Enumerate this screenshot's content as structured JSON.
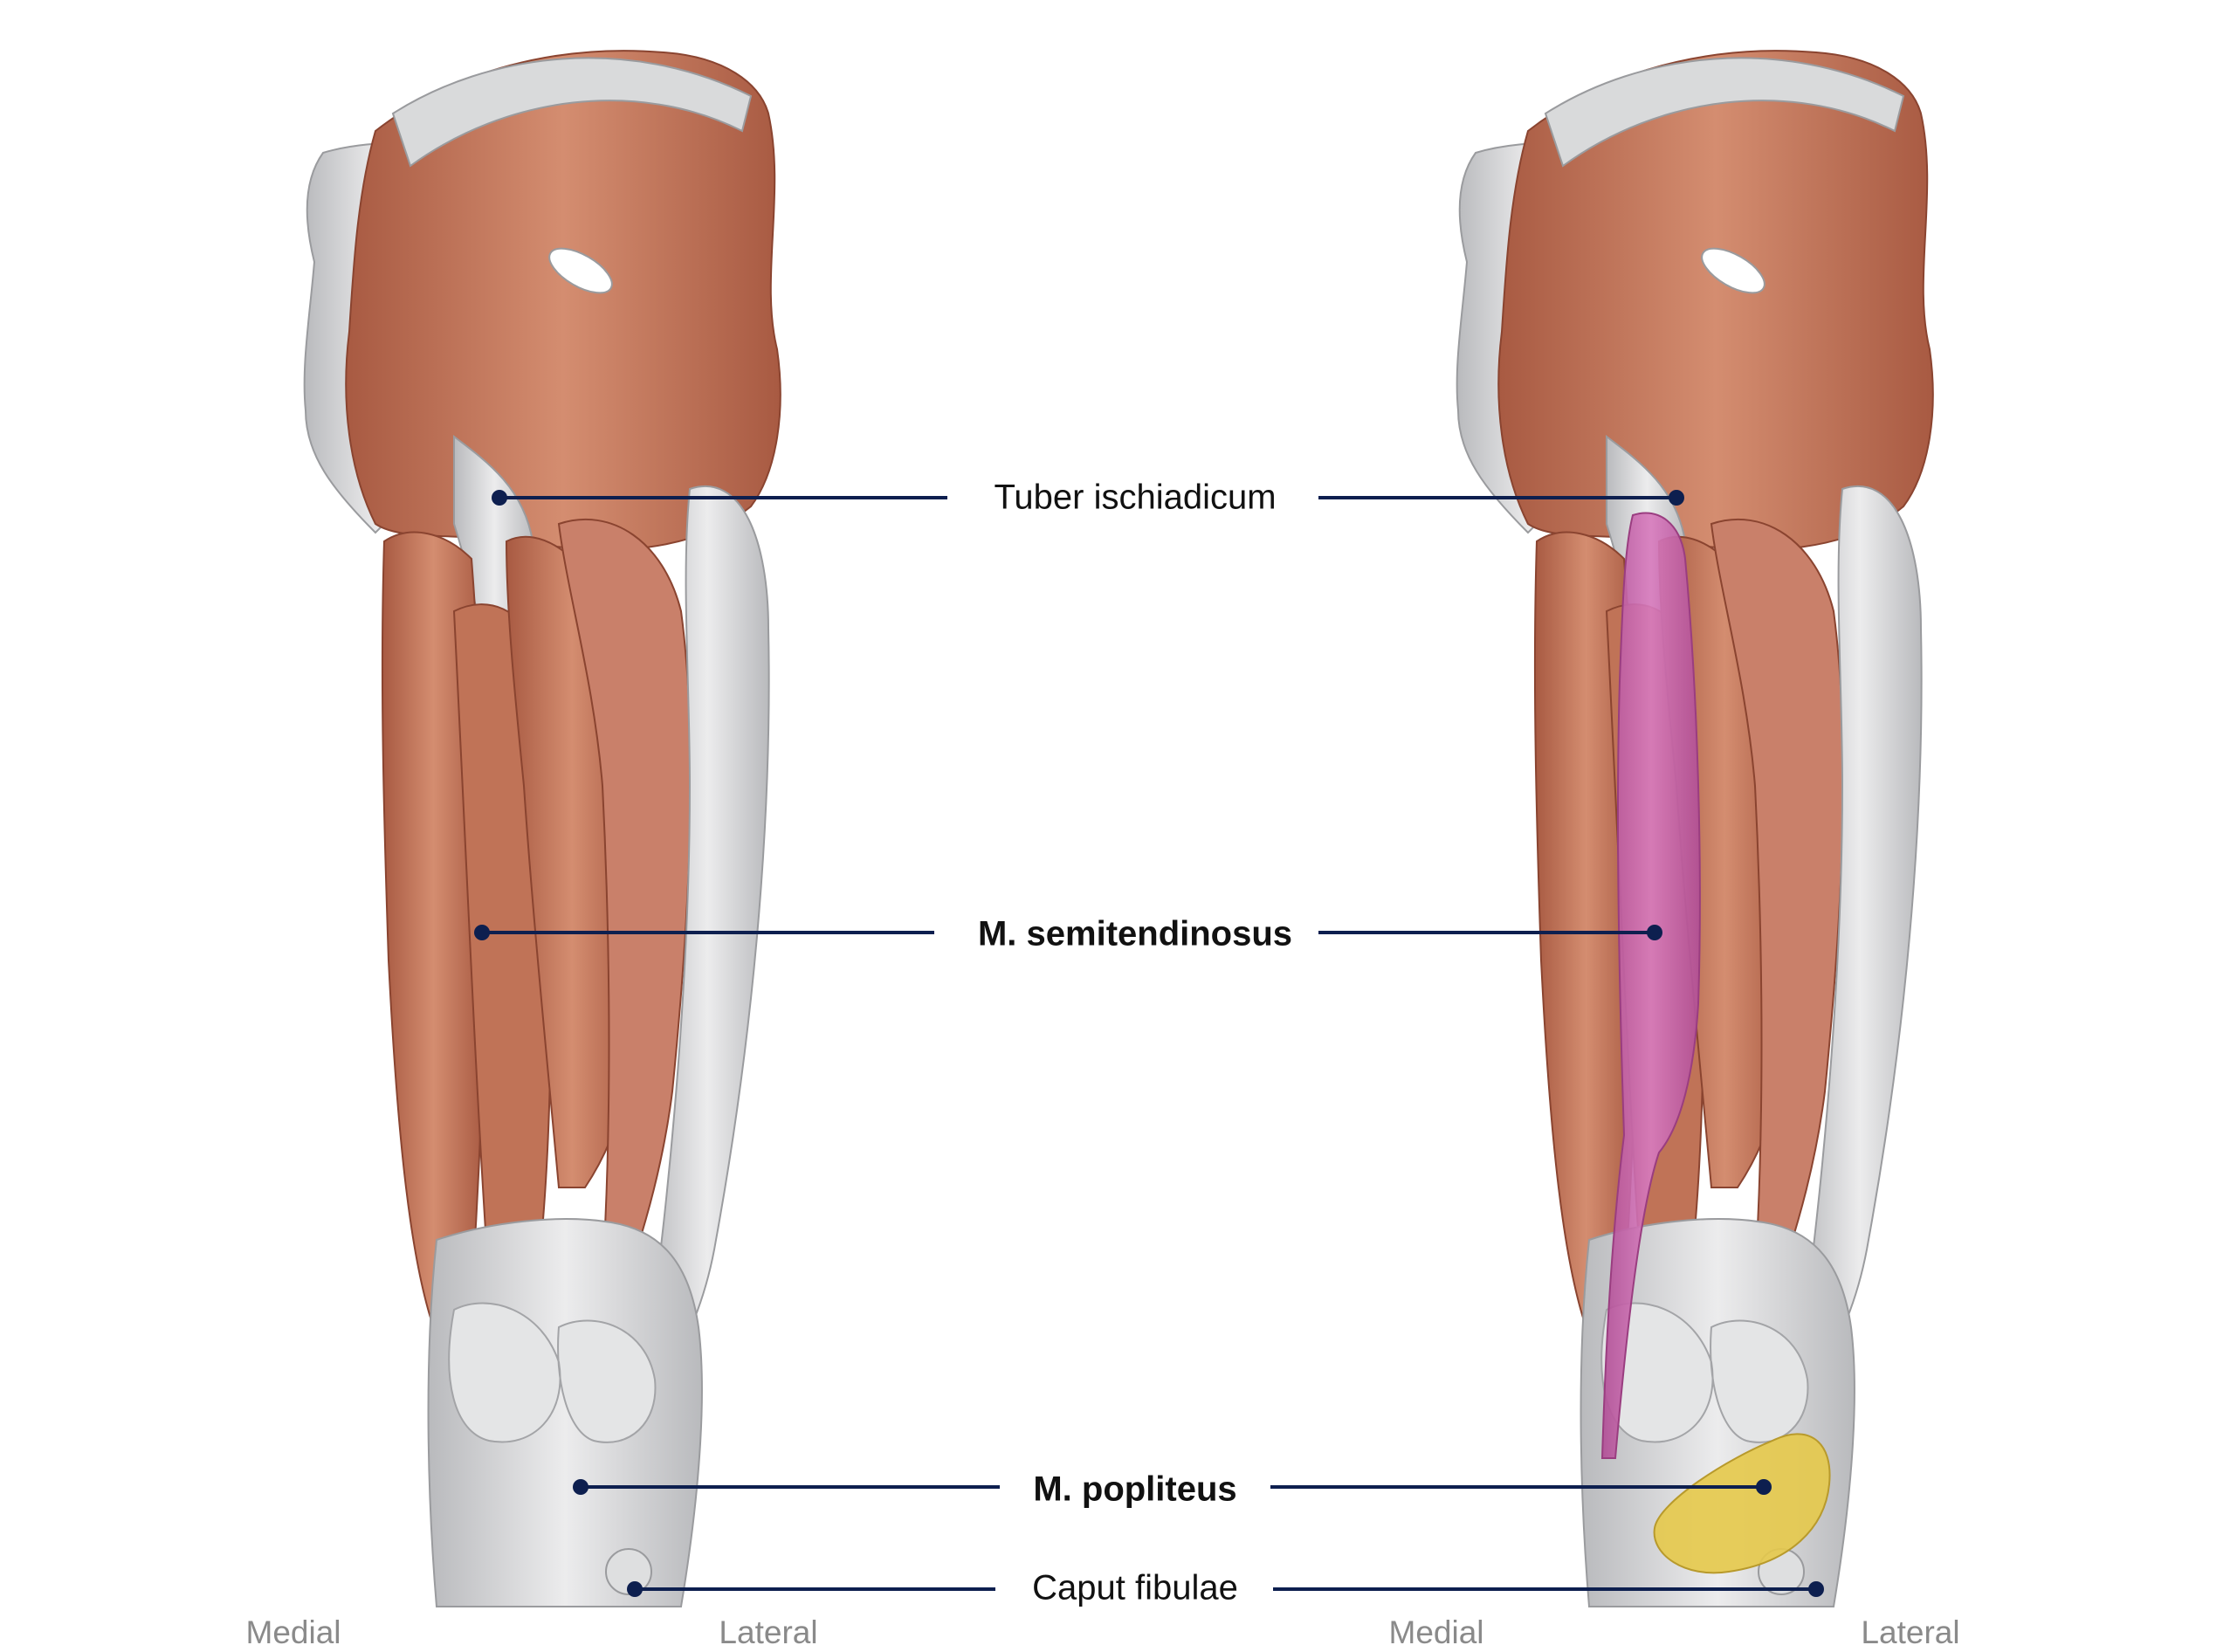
{
  "labels": {
    "tuber": "Tuber ischiadicum",
    "semitendinosus": "M. semitendinosus",
    "popliteus": "M. popliteus",
    "caput": "Caput fibulae"
  },
  "orientation": {
    "left_medial": "Medial",
    "left_lateral": "Lateral",
    "right_medial": "Medial",
    "right_lateral": "Lateral"
  },
  "colors": {
    "leader_line": "#0d1f4f",
    "muscle": "#c97a5e",
    "muscle_dark": "#a85640",
    "tendon": "#d9dadb",
    "highlight_semitendinosus": "#c464a8",
    "highlight_popliteus": "#e6c94a",
    "orientation_text": "#8a8a8a"
  }
}
